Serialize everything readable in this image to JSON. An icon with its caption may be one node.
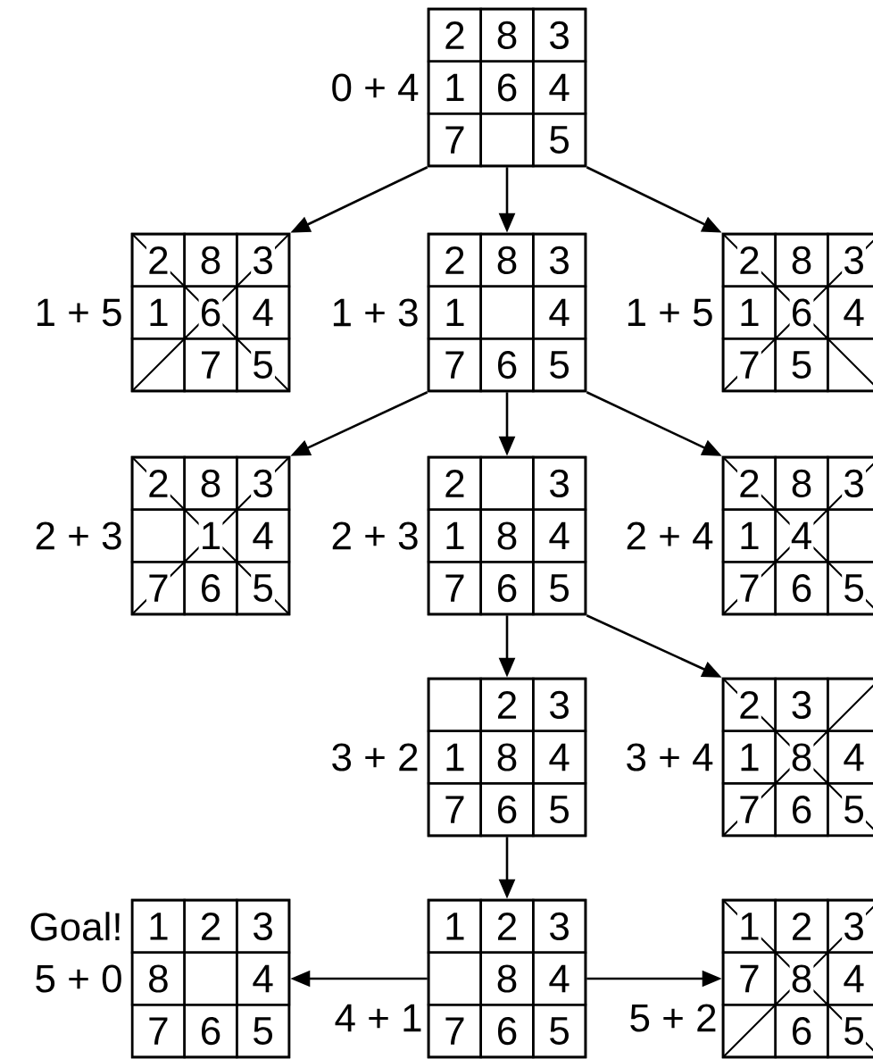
{
  "diagram": {
    "nodes": [
      {
        "text": [],
        "shape": "box",
        "beside": [
          "0 + 4"
        ]
      },
      {
        "text": [
          "2"
        ],
        "in": 0
      },
      {
        "text": [
          "8"
        ],
        "in": 0
      },
      {
        "text": [
          "3"
        ],
        "in": 0
      },
      {
        "text": [
          "1"
        ],
        "in": 0
      },
      {
        "text": [
          "6"
        ],
        "in": 0
      },
      {
        "text": [
          "4"
        ],
        "in": 0
      },
      {
        "text": [
          "7"
        ],
        "in": 0
      },
      {
        "text": [],
        "shape": "box",
        "in": 0
      },
      {
        "text": [
          "5"
        ],
        "in": 0
      },
      {
        "text": [],
        "shape": "box",
        "beside": [
          "1 + 5"
        ]
      },
      {
        "text": [
          "2"
        ],
        "in": 10
      },
      {
        "text": [
          "8"
        ],
        "in": 10
      },
      {
        "text": [
          "3"
        ],
        "in": 10
      },
      {
        "text": [
          "1"
        ],
        "in": 10
      },
      {
        "text": [
          "6"
        ],
        "in": 10
      },
      {
        "text": [
          "4"
        ],
        "in": 10
      },
      {
        "text": [],
        "shape": "box",
        "in": 10
      },
      {
        "text": [
          "7"
        ],
        "in": 10
      },
      {
        "text": [
          "5"
        ],
        "in": 10
      },
      {
        "text": [],
        "shape": "box",
        "beside": [
          "1 + 3"
        ]
      },
      {
        "text": [
          "2"
        ],
        "in": 20
      },
      {
        "text": [
          "8"
        ],
        "in": 20
      },
      {
        "text": [
          "3"
        ],
        "in": 20
      },
      {
        "text": [
          "1"
        ],
        "in": 20
      },
      {
        "text": [],
        "shape": "box",
        "in": 20
      },
      {
        "text": [
          "4"
        ],
        "in": 20
      },
      {
        "text": [
          "7"
        ],
        "in": 20
      },
      {
        "text": [
          "6"
        ],
        "in": 20
      },
      {
        "text": [
          "5"
        ],
        "in": 20
      },
      {
        "text": [],
        "shape": "box",
        "beside": [
          "1 + 5"
        ]
      },
      {
        "text": [
          "2"
        ],
        "in": 30
      },
      {
        "text": [
          "8"
        ],
        "in": 30
      },
      {
        "text": [
          "3"
        ],
        "in": 30
      },
      {
        "text": [
          "1"
        ],
        "in": 30
      },
      {
        "text": [
          "6"
        ],
        "in": 30
      },
      {
        "text": [
          "4"
        ],
        "in": 30
      },
      {
        "text": [
          "7"
        ],
        "in": 30
      },
      {
        "text": [
          "5"
        ],
        "in": 30
      },
      {
        "text": [],
        "shape": "box",
        "in": 30
      },
      {
        "text": [],
        "shape": "box",
        "beside": [
          "2 + 3"
        ]
      },
      {
        "text": [
          "2"
        ],
        "in": 40
      },
      {
        "text": [
          "8"
        ],
        "in": 40
      },
      {
        "text": [
          "3"
        ],
        "in": 40
      },
      {
        "text": [],
        "shape": "box",
        "in": 40
      },
      {
        "text": [
          "1"
        ],
        "in": 40
      },
      {
        "text": [
          "4"
        ],
        "in": 40
      },
      {
        "text": [
          "7"
        ],
        "in": 40
      },
      {
        "text": [
          "6"
        ],
        "in": 40
      },
      {
        "text": [
          "5"
        ],
        "in": 40
      },
      {
        "text": [],
        "shape": "box",
        "beside": [
          "2 + 3"
        ]
      },
      {
        "text": [
          "2"
        ],
        "in": 50
      },
      {
        "text": [],
        "shape": "box",
        "in": 50
      },
      {
        "text": [
          "3"
        ],
        "in": 50
      },
      {
        "text": [
          "1"
        ],
        "in": 50
      },
      {
        "text": [
          "8"
        ],
        "in": 50
      },
      {
        "text": [
          "4"
        ],
        "in": 50
      },
      {
        "text": [
          "7"
        ],
        "in": 50
      },
      {
        "text": [
          "6"
        ],
        "in": 50
      },
      {
        "text": [
          "5"
        ],
        "in": 50
      },
      {
        "text": [],
        "shape": "box",
        "beside": [
          "2 + 4"
        ]
      },
      {
        "text": [
          "2"
        ],
        "in": 60
      },
      {
        "text": [
          "8"
        ],
        "in": 60
      },
      {
        "text": [
          "3"
        ],
        "in": 60
      },
      {
        "text": [
          "1"
        ],
        "in": 60
      },
      {
        "text": [
          "4"
        ],
        "in": 60
      },
      {
        "text": [],
        "shape": "box",
        "in": 60
      },
      {
        "text": [
          "7"
        ],
        "in": 60
      },
      {
        "text": [
          "6"
        ],
        "in": 60
      },
      {
        "text": [
          "5"
        ],
        "in": 60
      },
      {
        "text": [],
        "shape": "box",
        "beside": [
          "3 + 2"
        ]
      },
      {
        "text": [],
        "shape": "box",
        "in": 70
      },
      {
        "text": [
          "2"
        ],
        "in": 70
      },
      {
        "text": [
          "3"
        ],
        "in": 70
      },
      {
        "text": [
          "1"
        ],
        "in": 70
      },
      {
        "text": [
          "8"
        ],
        "in": 70
      },
      {
        "text": [
          "4"
        ],
        "in": 70
      },
      {
        "text": [
          "7"
        ],
        "in": 70
      },
      {
        "text": [
          "6"
        ],
        "in": 70
      },
      {
        "text": [
          "5"
        ],
        "in": 70
      },
      {
        "text": [],
        "shape": "box",
        "beside": [
          "3 + 4"
        ]
      },
      {
        "text": [
          "2"
        ],
        "in": 80
      },
      {
        "text": [
          "3"
        ],
        "in": 80
      },
      {
        "text": [],
        "shape": "box",
        "in": 80
      },
      {
        "text": [
          "1"
        ],
        "in": 80
      },
      {
        "text": [
          "8"
        ],
        "in": 80
      },
      {
        "text": [
          "4"
        ],
        "in": 80
      },
      {
        "text": [
          "7"
        ],
        "in": 80
      },
      {
        "text": [
          "6"
        ],
        "in": 80
      },
      {
        "text": [
          "5"
        ],
        "in": 80
      },
      {
        "text": [],
        "shape": "box",
        "beside": [
          "Goal!",
          "5 + 0"
        ]
      },
      {
        "text": [
          "1"
        ],
        "in": 90
      },
      {
        "text": [
          "2"
        ],
        "in": 90
      },
      {
        "text": [
          "3"
        ],
        "in": 90
      },
      {
        "text": [
          "8"
        ],
        "in": 90
      },
      {
        "text": [],
        "shape": "box",
        "in": 90
      },
      {
        "text": [
          "4"
        ],
        "in": 90
      },
      {
        "text": [
          "7"
        ],
        "in": 90
      },
      {
        "text": [
          "6"
        ],
        "in": 90
      },
      {
        "text": [
          "5"
        ],
        "in": 90
      },
      {
        "text": [],
        "shape": "box",
        "beside": [
          "4 + 1"
        ]
      },
      {
        "text": [
          "1"
        ],
        "in": 100
      },
      {
        "text": [
          "2"
        ],
        "in": 100
      },
      {
        "text": [
          "3"
        ],
        "in": 100
      },
      {
        "text": [],
        "shape": "box",
        "in": 100
      },
      {
        "text": [
          "8"
        ],
        "in": 100
      },
      {
        "text": [
          "4"
        ],
        "in": 100
      },
      {
        "text": [
          "7"
        ],
        "in": 100
      },
      {
        "text": [
          "6"
        ],
        "in": 100
      },
      {
        "text": [
          "5"
        ],
        "in": 100
      },
      {
        "text": [],
        "shape": "box",
        "beside": [
          "5 + 2"
        ]
      },
      {
        "text": [
          "1"
        ],
        "in": 110
      },
      {
        "text": [
          "2"
        ],
        "in": 110
      },
      {
        "text": [
          "3"
        ],
        "in": 110
      },
      {
        "text": [
          "7"
        ],
        "in": 110
      },
      {
        "text": [
          "8"
        ],
        "in": 110
      },
      {
        "text": [
          "4"
        ],
        "in": 110
      },
      {
        "text": [],
        "shape": "box",
        "in": 110
      },
      {
        "text": [
          "6"
        ],
        "in": 110
      },
      {
        "text": [
          "5"
        ],
        "in": 110
      }
    ],
    "edges": [
      {
        "from": 0,
        "to": 10,
        "arrow": "to"
      },
      {
        "from": 0,
        "to": 20,
        "arrow": "to"
      },
      {
        "from": 0,
        "to": 30,
        "arrow": "to"
      },
      {
        "from": 20,
        "to": 40,
        "arrow": "to"
      },
      {
        "from": 20,
        "to": 50,
        "arrow": "to"
      },
      {
        "from": 20,
        "to": 60,
        "arrow": "to"
      },
      {
        "from": 50,
        "to": 70,
        "arrow": "to"
      },
      {
        "from": 50,
        "to": 80,
        "arrow": "to"
      },
      {
        "from": 70,
        "to": 100,
        "arrow": "to"
      },
      {
        "from": 100,
        "to": 90,
        "arrow": "to"
      },
      {
        "from": 100,
        "to": 110,
        "arrow": "to"
      }
    ]
  }
}
